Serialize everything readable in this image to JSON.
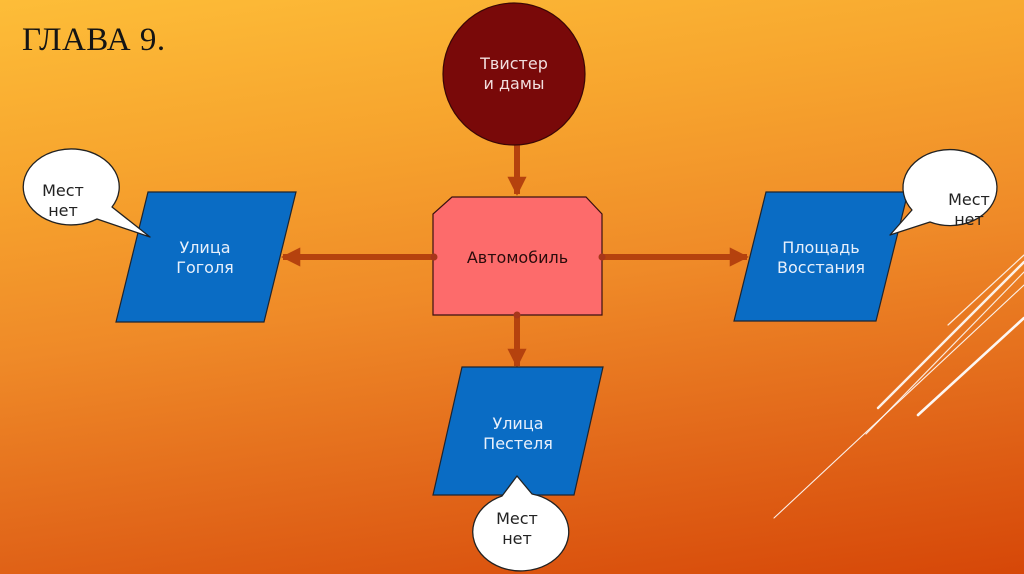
{
  "slide": {
    "title": "ГЛАВА 9.",
    "colors": {
      "background_top": "#fdbd38",
      "background_bottom": "#d64708",
      "circle_fill": "#790909",
      "car_fill": "#fd6b6b",
      "street_fill": "#0a6cc4",
      "arrow": "#b5420e",
      "bubble_fill": "#ffffff"
    }
  },
  "diagram": {
    "start": {
      "line1": "Твистер",
      "line2": "и дамы",
      "shape": "circle"
    },
    "center": {
      "label": "Автомобиль",
      "shape": "snipped-rectangle"
    },
    "branches": [
      {
        "id": "left",
        "line1": "Улица",
        "line2": "Гоголя",
        "shape": "parallelogram",
        "callout": {
          "line1": "Мест",
          "line2": "нет"
        }
      },
      {
        "id": "right",
        "line1": "Площадь",
        "line2": "Восстания",
        "shape": "parallelogram",
        "callout": {
          "line1": "Мест",
          "line2": "нет"
        }
      },
      {
        "id": "bottom",
        "line1": "Улица",
        "line2": "Пестеля",
        "shape": "parallelogram",
        "callout": {
          "line1": "Мест",
          "line2": "нет"
        }
      }
    ],
    "edges": [
      {
        "from": "start",
        "to": "center"
      },
      {
        "from": "center",
        "to": "left"
      },
      {
        "from": "center",
        "to": "right"
      },
      {
        "from": "center",
        "to": "bottom"
      }
    ]
  }
}
